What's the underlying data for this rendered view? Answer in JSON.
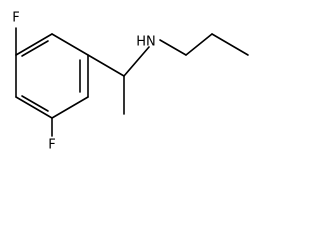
{
  "molecule": {
    "atoms": {
      "fluorine_top": "F",
      "fluorine_bottom": "F",
      "amine": "HN"
    },
    "colors": {
      "bond": "#000000",
      "text": "#000000",
      "background": "#ffffff"
    }
  }
}
